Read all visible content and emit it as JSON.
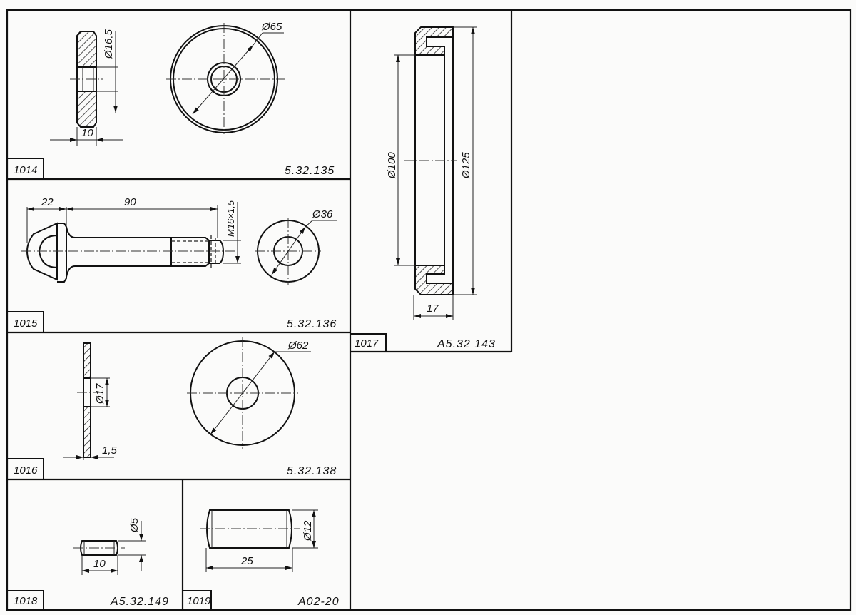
{
  "sheet": {
    "parts": [
      {
        "number": "1014",
        "code": "5.32.135",
        "dims": {
          "bore": "Ø16,5",
          "width": "10",
          "outer": "Ø65"
        }
      },
      {
        "number": "1015",
        "code": "5.32.136",
        "dims": {
          "head": "22",
          "length": "90",
          "thread": "M16×1,5",
          "outer": "Ø36"
        }
      },
      {
        "number": "1016",
        "code": "5.32.138",
        "dims": {
          "bore": "Ø17",
          "thickness": "1,5",
          "outer": "Ø62"
        }
      },
      {
        "number": "1017",
        "code": "A5.32 143",
        "dims": {
          "inner": "Ø100",
          "outer": "Ø125",
          "width": "17"
        }
      },
      {
        "number": "1018",
        "code": "A5.32.149",
        "dims": {
          "diameter": "Ø5",
          "length": "10"
        }
      },
      {
        "number": "1019",
        "code": "A02-20",
        "dims": {
          "diameter": "Ø12",
          "length": "25"
        }
      }
    ]
  }
}
